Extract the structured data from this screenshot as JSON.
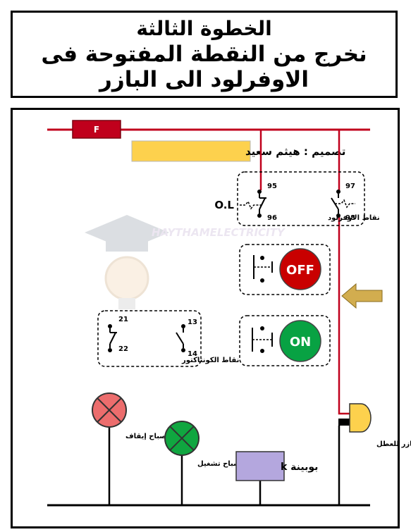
{
  "title": {
    "line1": "الخطوة الثالثة",
    "line2": "نخرج من النقطة المفتوحة فى",
    "line3": "الاوفرلود الى البازر"
  },
  "designer_label": "تصميم : هيثم سعيد",
  "watermark": "HAYTHAMELECTRICITY",
  "fuse_label": "F",
  "overload": {
    "prefix": "O.L",
    "label": "نقاط الاوفرلود",
    "terminals": {
      "t95": "95",
      "t96": "96",
      "t97": "97",
      "t98": "98"
    }
  },
  "off_button_label": "OFF",
  "on_button_label": "ON",
  "contactor": {
    "label": "نقاط الكونتاكتور",
    "terminals": {
      "t21": "21",
      "t22": "22",
      "t13": "13",
      "t14": "14"
    }
  },
  "stop_lamp_label": "مصباح إيقاف",
  "run_lamp_label": "مصباح تشغيل",
  "coil_label": "بوبينة k",
  "buzzer_label": "بازر للعطل",
  "colors": {
    "phase_line": "#c0001c",
    "fuse_fill": "#c0001c",
    "off_button": "#c90000",
    "on_button": "#08a243",
    "stop_lamp": "#ec6d6d",
    "run_lamp": "#10a640",
    "coil_fill": "#b4a7de",
    "buzzer": "#fdd14d",
    "designer_bg": "#fdd14d",
    "arrow": "#d2ad4f"
  }
}
